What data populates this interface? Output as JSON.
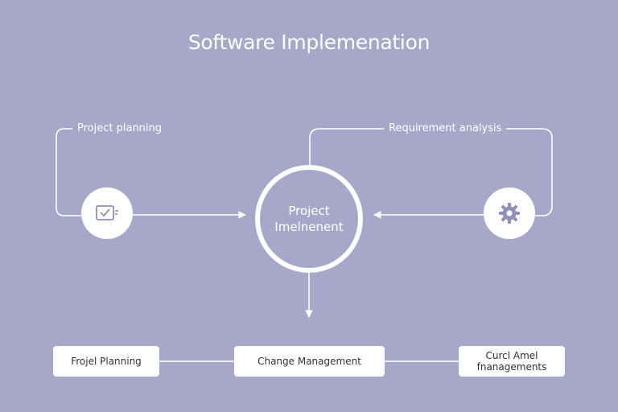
{
  "diagram": {
    "title": "Software Implemenation",
    "top_left_label": "Project planning",
    "top_right_label": "Requirement analysis",
    "hub": {
      "line1": "Project",
      "line2": "Imelnenent"
    },
    "left_node_icon": "checklist-icon",
    "right_node_icon": "gear-icon",
    "bottom_boxes": [
      {
        "line1": "Frojel Planning"
      },
      {
        "line1": "Change Management"
      },
      {
        "line1": "Curcl Amel",
        "line2": "fnanagements"
      }
    ],
    "colors": {
      "background": "#a7a8c9",
      "foreground": "#ffffff",
      "icon": "#8e90b8",
      "box_text": "#2f2f3a"
    }
  }
}
